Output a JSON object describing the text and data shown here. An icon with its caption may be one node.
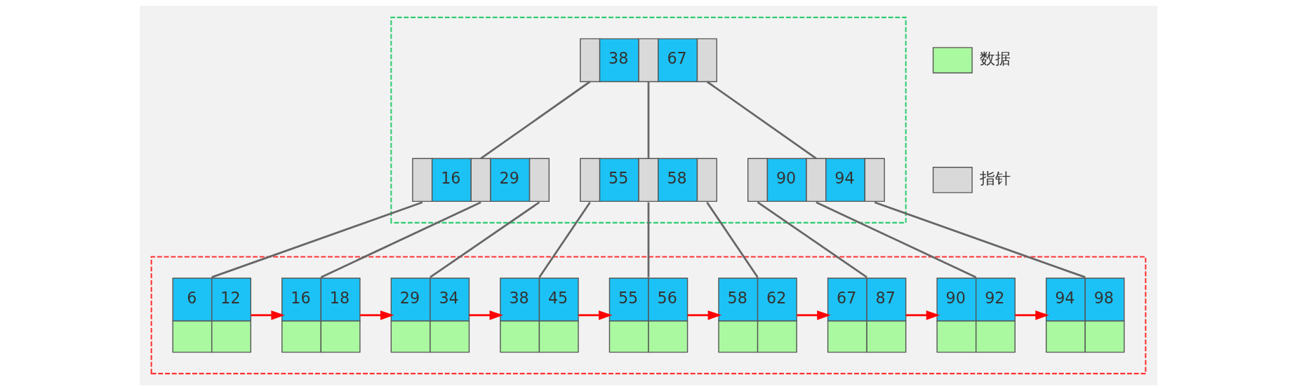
{
  "diagram": {
    "nodes": [
      {
        "text": [],
        "shape": "box"
      },
      {
        "text": [],
        "shape": "box"
      },
      {
        "text": [
          "38",
          "67"
        ],
        "in": 0
      },
      {
        "text": [
          "16",
          "29"
        ],
        "in": 0
      },
      {
        "text": [
          "55",
          "58"
        ],
        "in": 0
      },
      {
        "text": [
          "90",
          "94"
        ],
        "in": 0
      },
      {
        "text": [
          "6",
          "12"
        ],
        "in": 1
      },
      {
        "text": [
          "16",
          "18"
        ],
        "in": 1
      },
      {
        "text": [
          "29",
          "34"
        ],
        "in": 1
      },
      {
        "text": [
          "38",
          "45"
        ],
        "in": 1
      },
      {
        "text": [
          "55",
          "56"
        ],
        "in": 1
      },
      {
        "text": [
          "58",
          "62"
        ],
        "in": 1
      },
      {
        "text": [
          "67",
          "87"
        ],
        "in": 1
      },
      {
        "text": [
          "90",
          "92"
        ],
        "in": 1
      },
      {
        "text": [
          "94",
          "98"
        ],
        "in": 1
      }
    ],
    "edges": [
      {
        "from": 2,
        "to": 3,
        "arrow": "none"
      },
      {
        "from": 2,
        "to": 4,
        "arrow": "none"
      },
      {
        "from": 2,
        "to": 5,
        "arrow": "none"
      },
      {
        "from": 3,
        "to": 6,
        "arrow": "none"
      },
      {
        "from": 3,
        "to": 7,
        "arrow": "none"
      },
      {
        "from": 3,
        "to": 8,
        "arrow": "none"
      },
      {
        "from": 4,
        "to": 9,
        "arrow": "none"
      },
      {
        "from": 4,
        "to": 10,
        "arrow": "none"
      },
      {
        "from": 4,
        "to": 11,
        "arrow": "none"
      },
      {
        "from": 5,
        "to": 12,
        "arrow": "none"
      },
      {
        "from": 5,
        "to": 13,
        "arrow": "none"
      },
      {
        "from": 5,
        "to": 14,
        "arrow": "none"
      },
      {
        "from": 6,
        "to": 7,
        "arrow": "to",
        "color": "#ff0000"
      },
      {
        "from": 7,
        "to": 8,
        "arrow": "to",
        "color": "#ff0000"
      },
      {
        "from": 8,
        "to": 9,
        "arrow": "to",
        "color": "#ff0000"
      },
      {
        "from": 9,
        "to": 10,
        "arrow": "to",
        "color": "#ff0000"
      },
      {
        "from": 10,
        "to": 11,
        "arrow": "to",
        "color": "#ff0000"
      },
      {
        "from": 11,
        "to": 12,
        "arrow": "to",
        "color": "#ff0000"
      },
      {
        "from": 12,
        "to": 13,
        "arrow": "to",
        "color": "#ff0000"
      },
      {
        "from": 13,
        "to": 14,
        "arrow": "to",
        "color": "#ff0000"
      }
    ],
    "legend": [
      {
        "text": "数据",
        "color": "#aaf8a0"
      },
      {
        "text": "指针",
        "color": "#d9d9d9"
      }
    ]
  }
}
